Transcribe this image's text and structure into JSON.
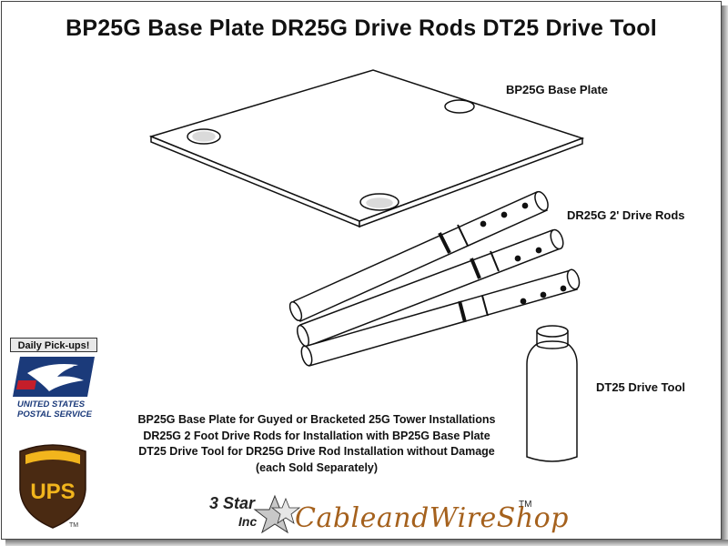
{
  "title": "BP25G Base Plate DR25G Drive Rods DT25 Drive Tool",
  "labels": {
    "base_plate": "BP25G Base Plate",
    "drive_rods": "DR25G 2' Drive Rods",
    "drive_tool": "DT25 Drive Tool"
  },
  "description": [
    "BP25G Base Plate for Guyed or Bracketed 25G Tower Installations",
    "DR25G 2 Foot Drive Rods for Installation with BP25G Base Plate",
    "DT25 Drive Tool for DR25G Drive Rod Installation without Damage",
    "(each Sold Separately)"
  ],
  "sidebar": {
    "pickup_label": "Daily Pick-ups!",
    "usps_line1": "UNITED STATES",
    "usps_line2": "POSTAL SERVICE",
    "ups_logo_text": "UPS",
    "ups_tm": "TM"
  },
  "brand": {
    "star_logo_text": "3 Star",
    "inc_text": "Inc",
    "name": "CableandWireShop",
    "tm": "TM"
  },
  "colors": {
    "brand_orange": "#a5611d",
    "usps_blue": "#1b3a7a",
    "ups_brown": "#4a2a12",
    "ups_gold": "#f2b51d"
  }
}
